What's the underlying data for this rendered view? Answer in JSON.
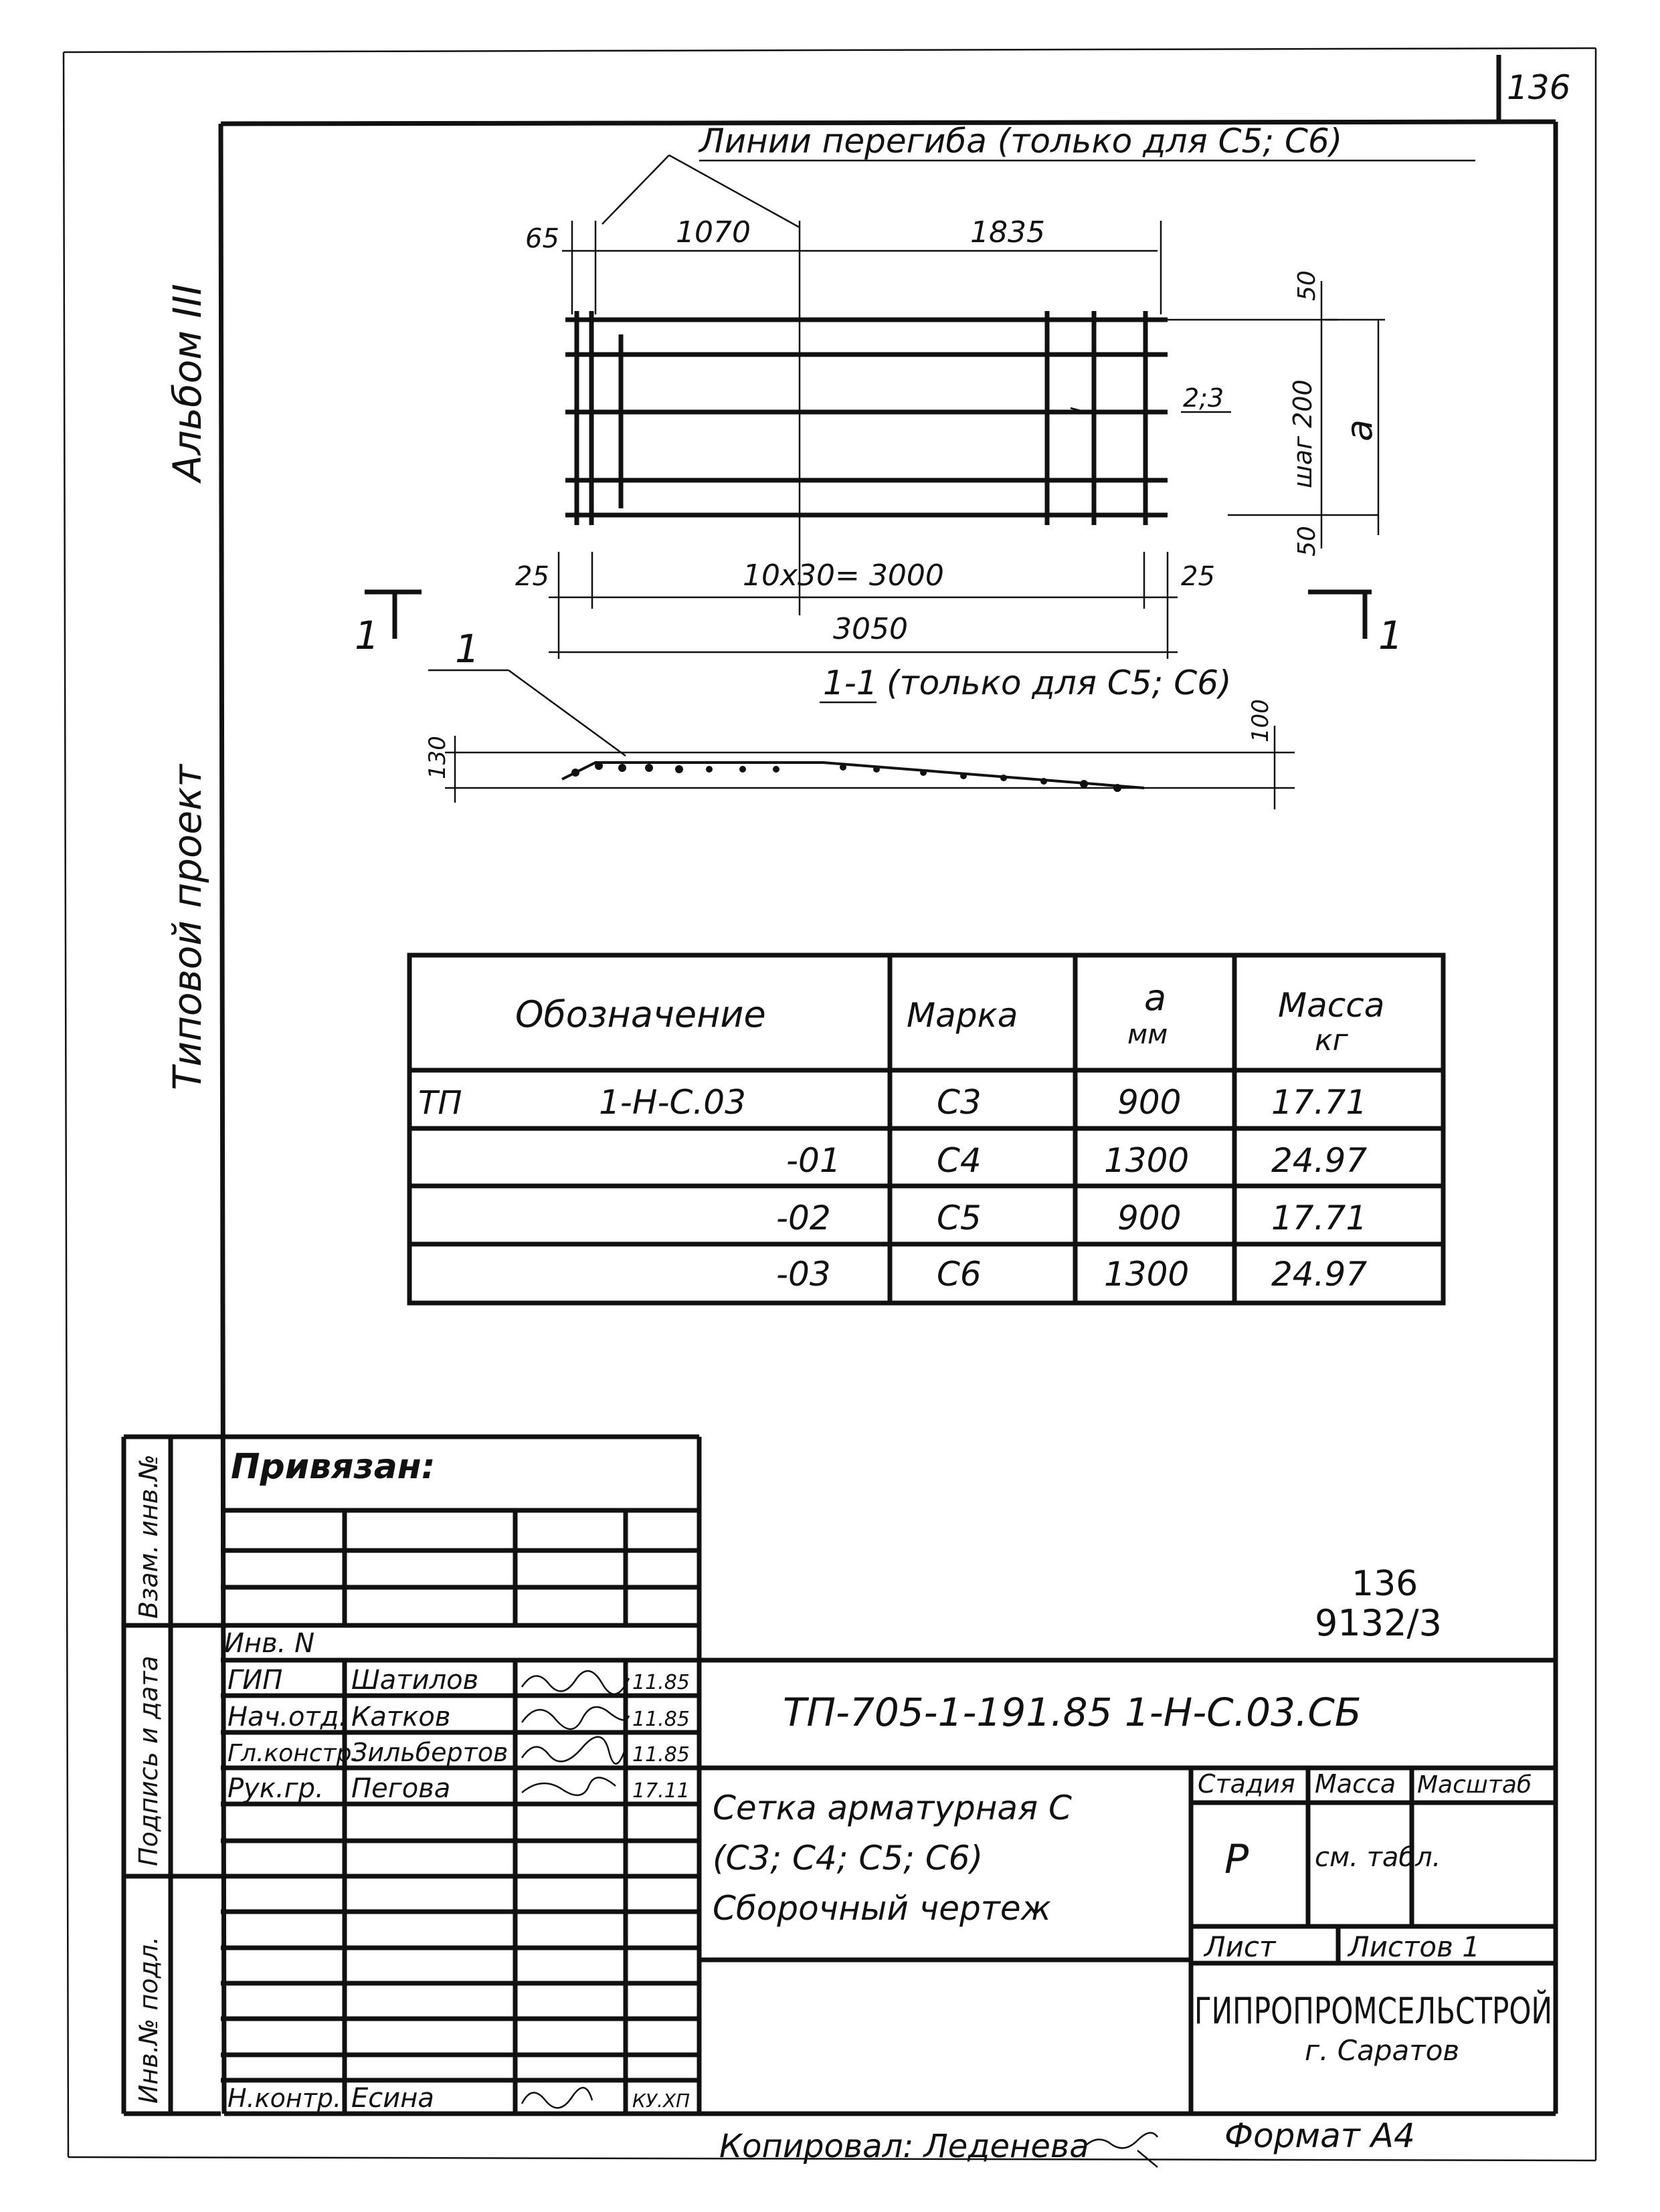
{
  "page_number": "136",
  "side_labels": {
    "album": "Альбом III",
    "project": "Типовой проект"
  },
  "stamp_side_labels": [
    "Взам. инв.№",
    "Подпись и дата",
    "Инв.№ подл."
  ],
  "drawing": {
    "bend_note": "Линии перегиба (только для С5; С6)",
    "dims": {
      "d65": "65",
      "d1070": "1070",
      "d1835": "1835",
      "d50_top": "50",
      "step": "шаг 200",
      "a": "a",
      "d23": "2;3",
      "d50_bottom": "50",
      "d25_left": "25",
      "span": "10x30= 3000",
      "d25_right": "25",
      "total": "3050",
      "d130": "130",
      "d100": "100"
    },
    "section_marker_left": "1",
    "section_marker_right": "1",
    "leader_1": "1",
    "section_title_underlined": "1-1",
    "section_title_rest": "(только для С5; С6)"
  },
  "table": {
    "headers": [
      "Обозначение",
      "Марка",
      "a мм",
      "Масса кг"
    ],
    "header_lines": {
      "a_top": "a",
      "a_bottom": "мм",
      "mass_top": "Масса",
      "mass_bottom": "кг"
    },
    "rows": [
      {
        "prefix": "ТП",
        "code": "1-Н-С.03",
        "mark": "С3",
        "a": "900",
        "mass": "17.71"
      },
      {
        "prefix": "",
        "code": "-01",
        "mark": "С4",
        "a": "1300",
        "mass": "24.97"
      },
      {
        "prefix": "",
        "code": "-02",
        "mark": "С5",
        "a": "900",
        "mass": "17.71"
      },
      {
        "prefix": "",
        "code": "-03",
        "mark": "С6",
        "a": "1300",
        "mass": "24.97"
      }
    ]
  },
  "title_block": {
    "tied": "Привязан:",
    "sheet_ref_top": "136",
    "sheet_ref_bottom": "9132/3",
    "doc_code": "ТП-705-1-191.85 1-Н-С.03.СБ",
    "inv": "Инв. N",
    "staff": [
      {
        "role": "ГИП",
        "name": "Шатилов",
        "sign": "",
        "date": "11.85"
      },
      {
        "role": "Нач.отд.",
        "name": "Катков",
        "sign": "",
        "date": "11.85"
      },
      {
        "role": "Гл.констр.",
        "name": "Зильбертов",
        "sign": "",
        "date": "11.85"
      },
      {
        "role": "Рук.гр.",
        "name": "Пегова",
        "sign": "",
        "date": "17.11"
      }
    ],
    "control": {
      "role": "Н.контр.",
      "name": "Есина",
      "sign": "",
      "date": "КУ.ХП"
    },
    "title_lines": [
      "Сетка арматурная С",
      "(С3; С4; С5; С6)",
      "Сборочный чертеж"
    ],
    "stage_header": "Стадия",
    "mass_header": "Масса",
    "scale_header": "Масштаб",
    "stage": "Р",
    "mass_value": "см. табл.",
    "sheet_label": "Лист",
    "sheets_label": "Листов 1",
    "org": "ГИПРОПРОМСЕЛЬСТРОЙ",
    "city": "г. Саратов"
  },
  "footer": {
    "copied": "Копировал: Леденева",
    "format": "Формат А4"
  }
}
